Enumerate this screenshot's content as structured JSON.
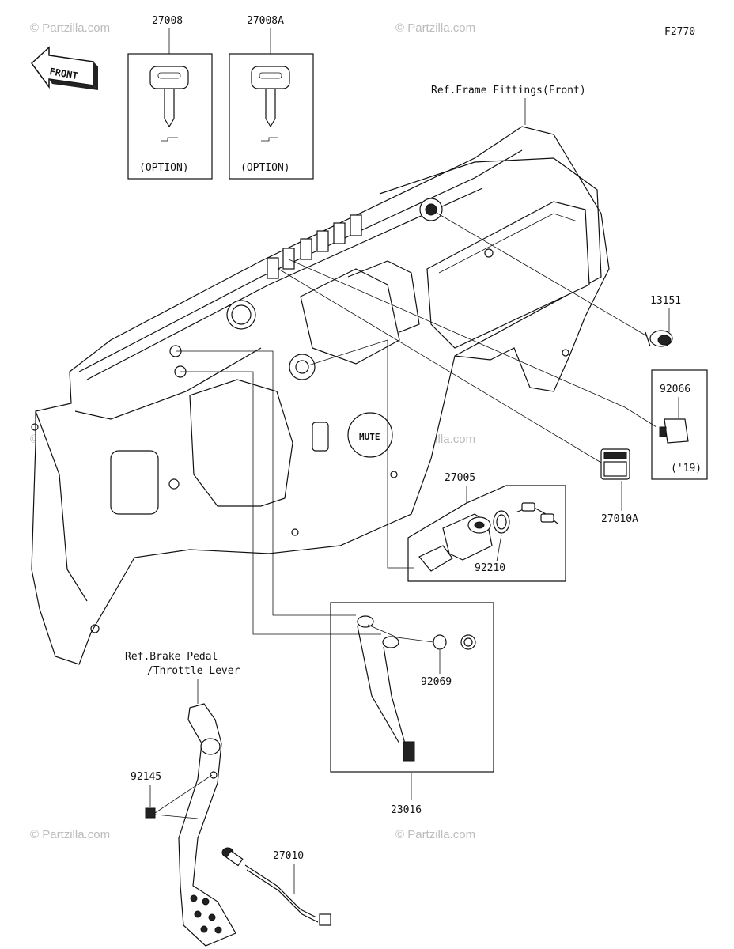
{
  "figure_code": "F2770",
  "front_label": "FRONT",
  "watermark": "© Partzilla.com",
  "parts": {
    "p27008": "27008",
    "p27008A": "27008A",
    "option": "(OPTION)",
    "p13151": "13151",
    "p92066": "92066",
    "year_note": "('19)",
    "p27010A": "27010A",
    "p27005": "27005",
    "p92210": "92210",
    "p92069": "92069",
    "p23016": "23016",
    "p92145": "92145",
    "p27010": "27010"
  },
  "refs": {
    "frame_fittings": "Ref.Frame Fittings(Front)",
    "brake_pedal": "Ref.Brake Pedal",
    "throttle_lever": "/Throttle Lever"
  },
  "panel_marks": {
    "mute": "MUTE"
  }
}
